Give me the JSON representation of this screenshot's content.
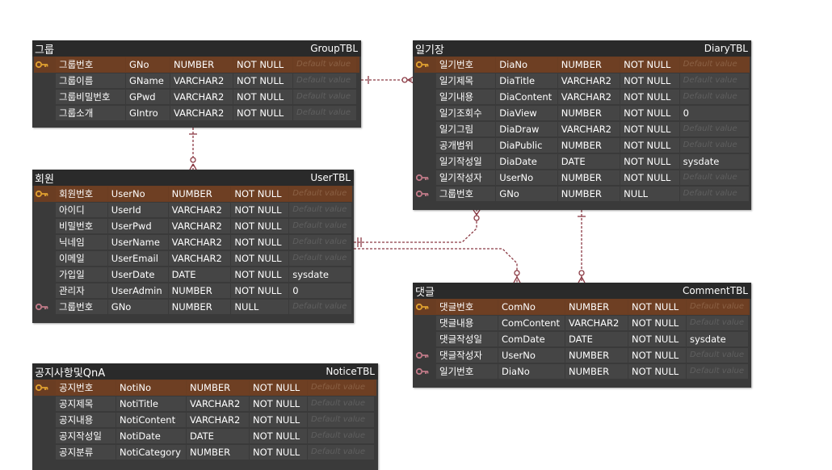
{
  "tables": {
    "group": {
      "name": "그룹",
      "physical": "GroupTBL",
      "rows": [
        {
          "key": "pk",
          "logical": "그룹번호",
          "column": "GNo",
          "type": "NUMBER",
          "null": "NOT NULL",
          "default": "Default value"
        },
        {
          "key": "",
          "logical": "그룹이름",
          "column": "GName",
          "type": "VARCHAR2",
          "null": "NOT NULL",
          "default": "Default value"
        },
        {
          "key": "",
          "logical": "그룹비밀번호",
          "column": "GPwd",
          "type": "VARCHAR2",
          "null": "NOT NULL",
          "default": "Default value"
        },
        {
          "key": "",
          "logical": "그룹소개",
          "column": "GIntro",
          "type": "VARCHAR2",
          "null": "NOT NULL",
          "default": "Default value"
        }
      ]
    },
    "diary": {
      "name": "일기장",
      "physical": "DiaryTBL",
      "rows": [
        {
          "key": "pk",
          "logical": "일기번호",
          "column": "DiaNo",
          "type": "NUMBER",
          "null": "NOT NULL",
          "default": "Default value"
        },
        {
          "key": "",
          "logical": "일기제목",
          "column": "DiaTitle",
          "type": "VARCHAR2",
          "null": "NOT NULL",
          "default": "Default value"
        },
        {
          "key": "",
          "logical": "일기내용",
          "column": "DiaContent",
          "type": "VARCHAR2",
          "null": "NOT NULL",
          "default": "Default value"
        },
        {
          "key": "",
          "logical": "일기조회수",
          "column": "DiaView",
          "type": "NUMBER",
          "null": "NOT NULL",
          "default": "0"
        },
        {
          "key": "",
          "logical": "일기그림",
          "column": "DiaDraw",
          "type": "VARCHAR2",
          "null": "NOT NULL",
          "default": "Default value"
        },
        {
          "key": "",
          "logical": "공개범위",
          "column": "DiaPublic",
          "type": "NUMBER",
          "null": "NOT NULL",
          "default": "Default value"
        },
        {
          "key": "",
          "logical": "일기작성일",
          "column": "DiaDate",
          "type": "DATE",
          "null": "NOT NULL",
          "default": "sysdate"
        },
        {
          "key": "fk",
          "logical": "일기작성자",
          "column": "UserNo",
          "type": "NUMBER",
          "null": "NOT NULL",
          "default": "Default value"
        },
        {
          "key": "fk",
          "logical": "그룹번호",
          "column": "GNo",
          "type": "NUMBER",
          "null": "NULL",
          "default": "Default value"
        }
      ]
    },
    "user": {
      "name": "회원",
      "physical": "UserTBL",
      "rows": [
        {
          "key": "pk",
          "logical": "회원번호",
          "column": "UserNo",
          "type": "NUMBER",
          "null": "NOT NULL",
          "default": "Default value"
        },
        {
          "key": "",
          "logical": "아이디",
          "column": "UserId",
          "type": "VARCHAR2",
          "null": "NOT NULL",
          "default": "Default value"
        },
        {
          "key": "",
          "logical": "비밀번호",
          "column": "UserPwd",
          "type": "VARCHAR2",
          "null": "NOT NULL",
          "default": "Default value"
        },
        {
          "key": "",
          "logical": "닉네임",
          "column": "UserName",
          "type": "VARCHAR2",
          "null": "NOT NULL",
          "default": "Default value"
        },
        {
          "key": "",
          "logical": "이메일",
          "column": "UserEmail",
          "type": "VARCHAR2",
          "null": "NOT NULL",
          "default": "Default value"
        },
        {
          "key": "",
          "logical": "가입일",
          "column": "UserDate",
          "type": "DATE",
          "null": "NOT NULL",
          "default": "sysdate"
        },
        {
          "key": "",
          "logical": "관리자",
          "column": "UserAdmin",
          "type": "NUMBER",
          "null": "NOT NULL",
          "default": "0"
        },
        {
          "key": "fk",
          "logical": "그룹번호",
          "column": "GNo",
          "type": "NUMBER",
          "null": "NULL",
          "default": "Default value"
        }
      ]
    },
    "comment": {
      "name": "댓글",
      "physical": "CommentTBL",
      "rows": [
        {
          "key": "pk",
          "logical": "댓글번호",
          "column": "ComNo",
          "type": "NUMBER",
          "null": "NOT NULL",
          "default": "Default value"
        },
        {
          "key": "",
          "logical": "댓글내용",
          "column": "ComContent",
          "type": "VARCHAR2",
          "null": "NOT NULL",
          "default": "Default value"
        },
        {
          "key": "",
          "logical": "댓글작성일",
          "column": "ComDate",
          "type": "DATE",
          "null": "NOT NULL",
          "default": "sysdate"
        },
        {
          "key": "fk",
          "logical": "댓글작성자",
          "column": "UserNo",
          "type": "NUMBER",
          "null": "NOT NULL",
          "default": "Default value"
        },
        {
          "key": "fk",
          "logical": "일기번호",
          "column": "DiaNo",
          "type": "NUMBER",
          "null": "NOT NULL",
          "default": "Default value"
        }
      ]
    },
    "notice": {
      "name": "공지사항및QnA",
      "physical": "NoticeTBL",
      "rows": [
        {
          "key": "pk",
          "logical": "공지번호",
          "column": "NotiNo",
          "type": "NUMBER",
          "null": "NOT NULL",
          "default": "Default value"
        },
        {
          "key": "",
          "logical": "공지제목",
          "column": "NotiTitle",
          "type": "VARCHAR2",
          "null": "NOT NULL",
          "default": "Default value"
        },
        {
          "key": "",
          "logical": "공지내용",
          "column": "NotiContent",
          "type": "VARCHAR2",
          "null": "NOT NULL",
          "default": "Default value"
        },
        {
          "key": "",
          "logical": "공지작성일",
          "column": "NotiDate",
          "type": "DATE",
          "null": "NOT NULL",
          "default": "Default value"
        },
        {
          "key": "",
          "logical": "공지분류",
          "column": "NotiCategory",
          "type": "NUMBER",
          "null": "NOT NULL",
          "default": "Default value"
        }
      ]
    }
  },
  "colors": {
    "pk_key": "#e0a030",
    "fk_key": "#c07a88",
    "relationship": "#8b3a44"
  }
}
